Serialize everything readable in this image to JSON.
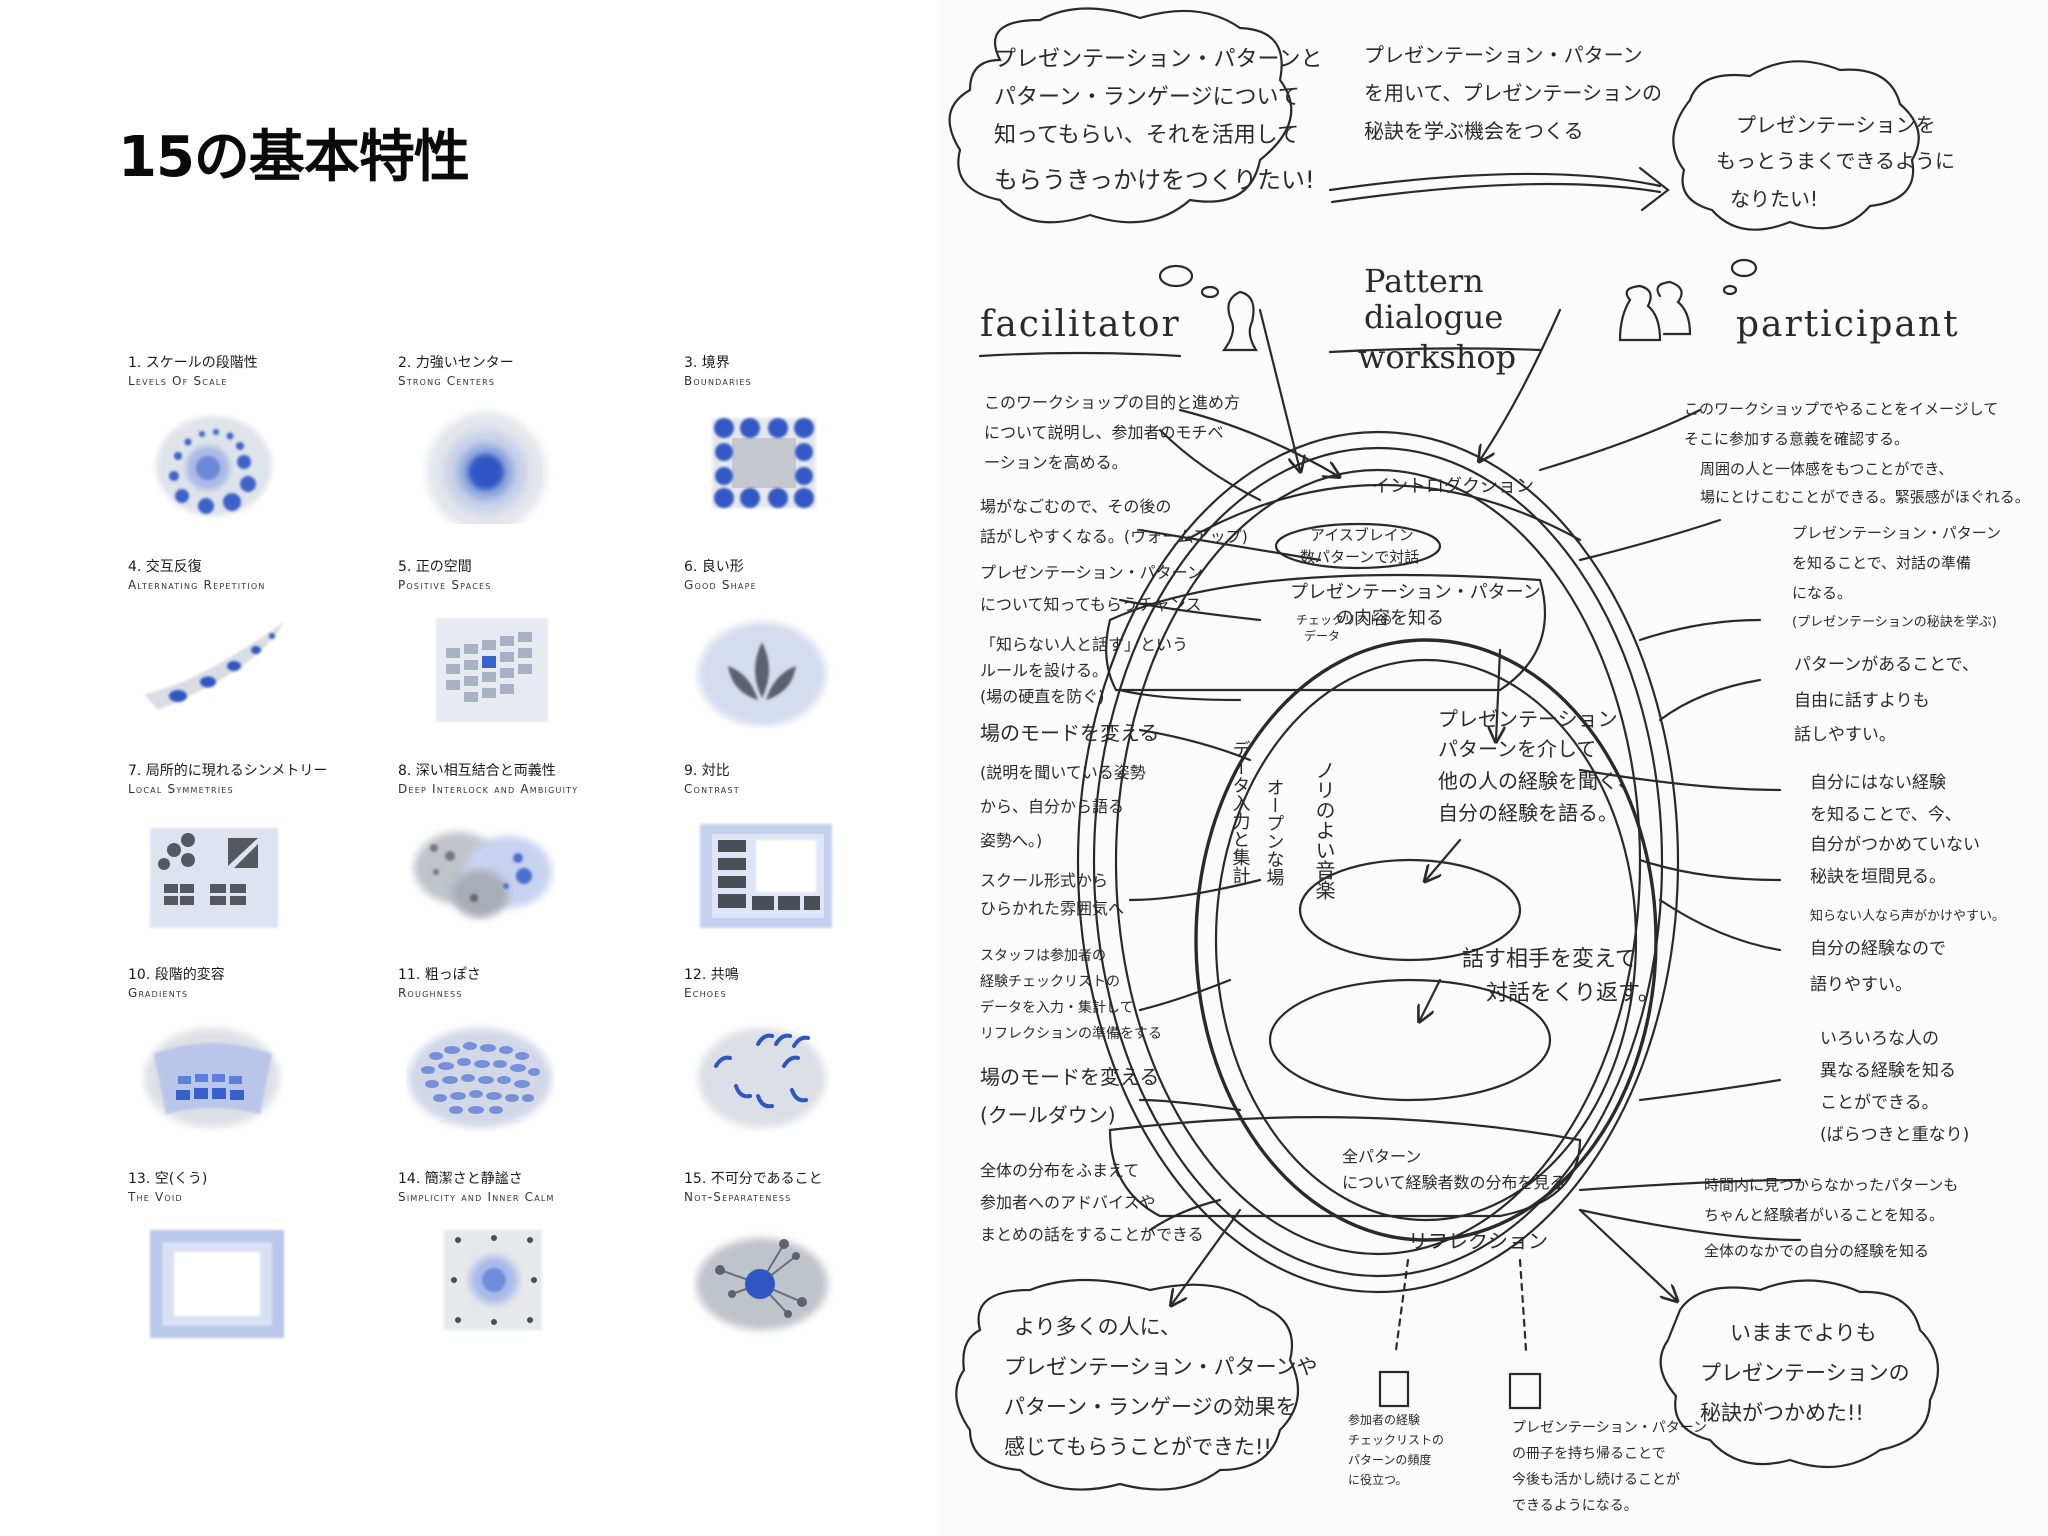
{
  "left": {
    "title": "15の基本特性",
    "properties": [
      {
        "jp": "1. スケールの段階性",
        "en": "Levels Of Scale"
      },
      {
        "jp": "2. 力強いセンター",
        "en": "Strong Centers"
      },
      {
        "jp": "3. 境界",
        "en": "Boundaries"
      },
      {
        "jp": "4. 交互反復",
        "en": "Alternating Repetition"
      },
      {
        "jp": "5. 正の空間",
        "en": "Positive Spaces"
      },
      {
        "jp": "6. 良い形",
        "en": "Good Shape"
      },
      {
        "jp": "7. 局所的に現れるシンメトリー",
        "en": "Local Symmetries"
      },
      {
        "jp": "8. 深い相互結合と両義性",
        "en": "Deep Interlock and Ambiguity"
      },
      {
        "jp": "9. 対比",
        "en": "Contrast"
      },
      {
        "jp": "10. 段階的変容",
        "en": "Gradients"
      },
      {
        "jp": "11. 粗っぽさ",
        "en": "Roughness"
      },
      {
        "jp": "12. 共鳴",
        "en": "Echoes"
      },
      {
        "jp": "13. 空(くう)",
        "en": "The Void"
      },
      {
        "jp": "14. 簡潔さと静謐さ",
        "en": "Simplicity and Inner Calm"
      },
      {
        "jp": "15. 不可分であること",
        "en": "Not-Separateness"
      }
    ]
  },
  "right": {
    "cloud_left": [
      "プレゼンテーション・パターンと",
      "パターン・ランゲージについて",
      "知ってもらい、それを活用して",
      "もらうきっかけをつくりたい!"
    ],
    "arrow_text": [
      "プレゼンテーション・パターン",
      "を用いて、プレゼンテーションの",
      "秘訣を学ぶ機会をつくる"
    ],
    "cloud_right": [
      "プレゼンテーションを",
      "もっとうまくできるように",
      "なりたい!"
    ],
    "facilitator": "facilitator",
    "participant": "participant",
    "center_title": [
      "Pattern",
      "dialogue",
      "workshop"
    ],
    "intro": "イントロダクション",
    "icebreak": [
      "アイスブレイン",
      "数パターンで対話"
    ],
    "content": [
      "プレゼンテーション・パターン",
      "の内容を知る"
    ],
    "checklist": [
      "チェックリストの",
      "データ"
    ],
    "dialogue": [
      "プレゼンテーション",
      "パターンを介して",
      "他の人の経験を聞く、",
      "自分の経験を語る。"
    ],
    "repeat": [
      "話す相手を変えて",
      "対話をくり返す。"
    ],
    "vertical_1": "データ入力と集計",
    "vertical_2": "オープンな場",
    "vertical_3": "ノリのよい音楽",
    "all_patterns": [
      "全パターン",
      "について経験者数の分布を見る"
    ],
    "reflection": "リフレクション",
    "left_notes": [
      [
        "このワークショップの目的と進め方",
        "について説明し、参加者のモチベ",
        "ーションを高める。"
      ],
      [
        "場がなごむので、その後の",
        "話がしやすくなる。(ウォームアップ)"
      ],
      [
        "プレゼンテーション・パターン",
        "について知ってもらうチャンス"
      ],
      [
        "「知らない人と話す」という",
        "ルールを設ける。",
        "(場の硬直を防ぐ)"
      ],
      [
        "場のモードを変える",
        "(説明を聞いている姿勢",
        "から、自分から語る",
        "姿勢へ。)"
      ],
      [
        "スクール形式から",
        "ひらかれた雰囲気へ"
      ],
      [
        "スタッフは参加者の",
        "経験チェックリストの",
        "データを入力・集計して",
        "リフレクションの準備をする"
      ],
      [
        "場のモードを変える",
        "(クールダウン)"
      ],
      [
        "全体の分布をふまえて",
        "参加者へのアドバイスや",
        "まとめの話をすることができる"
      ]
    ],
    "right_notes": [
      [
        "このワークショップでやることをイメージして",
        "そこに参加する意義を確認する。"
      ],
      [
        "周囲の人と一体感をもつことができ、",
        "場にとけこむことができる。緊張感がほぐれる。"
      ],
      [
        "プレゼンテーション・パターン",
        "を知ることで、対話の準備",
        "になる。",
        "(プレゼンテーションの秘訣を学ぶ)"
      ],
      [
        "パターンがあることで、",
        "自由に話すよりも",
        "話しやすい。"
      ],
      [
        "自分にはない経験",
        "を知ることで、今、",
        "自分がつかめていない",
        "秘訣を垣間見る。"
      ],
      [
        "知らない人なら声がかけやすい。"
      ],
      [
        "自分の経験なので",
        "語りやすい。"
      ],
      [
        "いろいろな人の",
        "異なる経験を知る",
        "ことができる。",
        "(ばらつきと重なり)"
      ],
      [
        "時間内に見つからなかったパターンも",
        "ちゃんと経験者がいることを知る。"
      ],
      [
        "全体のなかでの自分の経験を知る"
      ]
    ],
    "cloud_bottom_left": [
      "より多くの人に、",
      "プレゼンテーション・パターンや",
      "パターン・ランゲージの効果を",
      "感じてもらうことができた!!"
    ],
    "cloud_bottom_right": [
      "いままでよりも",
      "プレゼンテーションの",
      "秘訣がつかめた!!"
    ],
    "doc_left": [
      "参加者の経験",
      "チェックリストの",
      "パターンの頻度",
      "に役立つ。"
    ],
    "doc_right": [
      "プレゼンテーション・パターン",
      "の冊子を持ち帰ることで",
      "今後も活かし続けることが",
      "できるようになる。"
    ]
  },
  "colors": {
    "icon_blue": "#2f5fc7",
    "icon_gray": "#8a8f98",
    "pencil": "#2a2a2a"
  }
}
